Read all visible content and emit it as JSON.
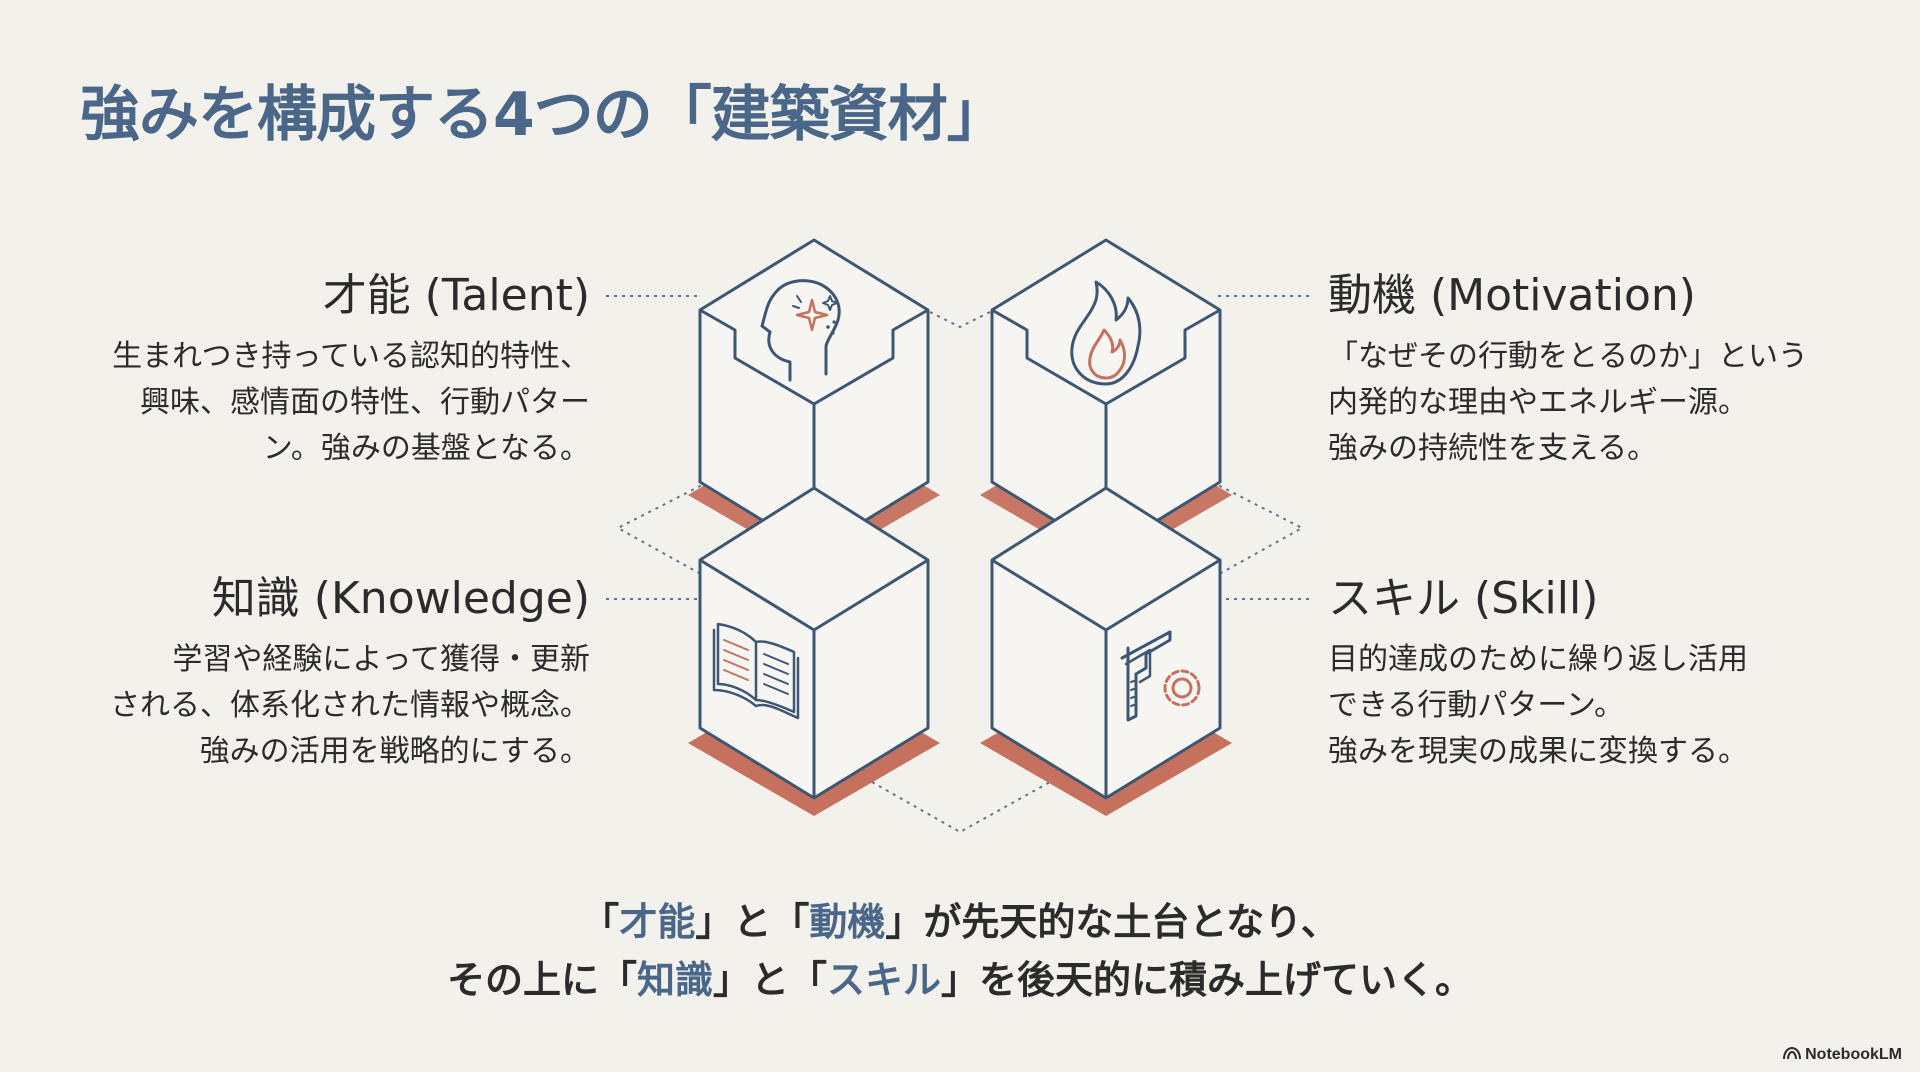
{
  "title": "強みを構成する4つの「建築資材」",
  "colors": {
    "accent": "#4a6688",
    "stroke": "#3d5674",
    "shadow": "#c6705e",
    "background": "#f3f1ec"
  },
  "elements": {
    "talent": {
      "heading": "才能 (Talent)",
      "lines": [
        "生まれつき持っている認知的特性、",
        "興味、感情面の特性、行動パター",
        "ン。強みの基盤となる。"
      ],
      "icon": "head-sparkle-icon"
    },
    "motivation": {
      "heading": "動機 (Motivation)",
      "lines": [
        "「なぜその行動をとるのか」という",
        "内発的な理由やエネルギー源。",
        "強みの持続性を支える。"
      ],
      "icon": "flame-icon"
    },
    "knowledge": {
      "heading": "知識 (Knowledge)",
      "lines": [
        "学習や経験によって獲得・更新",
        "される、体系化された情報や概念。",
        "強みの活用を戦略的にする。"
      ],
      "icon": "book-icon"
    },
    "skill": {
      "heading": "スキル (Skill)",
      "lines": [
        "目的達成のために繰り返し活用",
        "できる行動パターン。",
        "強みを現実の成果に変換する。"
      ],
      "icon": "caliper-gear-icon"
    }
  },
  "summary": {
    "line1": {
      "q1": "「",
      "w1": "才能",
      "m1": "」と「",
      "w2": "動機",
      "e1": "」が先天的な土台となり、"
    },
    "line2": {
      "p": "その上に「",
      "w1": "知識",
      "m1": "」と「",
      "w2": "スキル",
      "e1": "」を後天的に積み上げていく。"
    }
  },
  "brand": "NotebookLM"
}
